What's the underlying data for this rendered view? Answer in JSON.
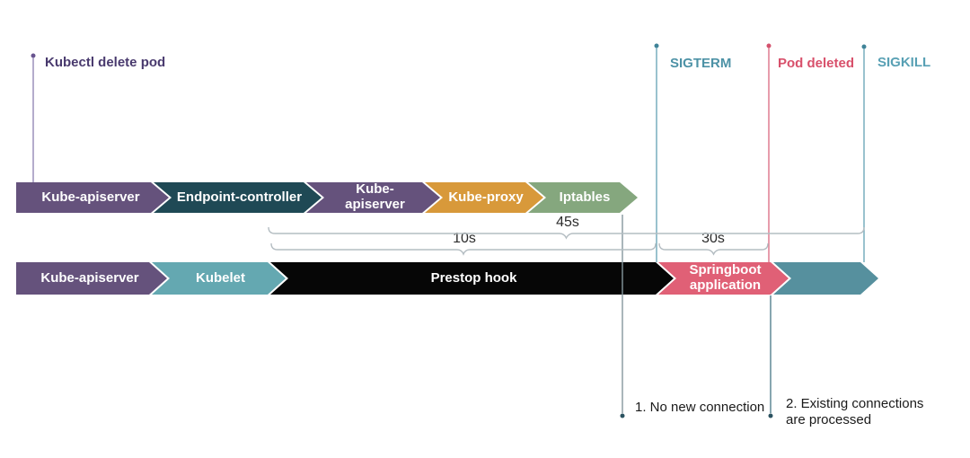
{
  "events": {
    "kubectl": {
      "label": "Kubectl delete pod",
      "color": "#493a6e"
    },
    "sigterm": {
      "label": "SIGTERM",
      "color": "#4d92a6"
    },
    "pod_deleted": {
      "label": "Pod deleted",
      "color": "#d8506b"
    },
    "sigkill": {
      "label": "SIGKILL",
      "color": "#58a0b4"
    }
  },
  "row1": [
    {
      "label": "Kube-apiserver",
      "color": "#65527c"
    },
    {
      "label": "Endpoint-controller",
      "color": "#1f4955"
    },
    {
      "label": "Kube-apiserver",
      "color": "#65527c"
    },
    {
      "label": "Kube-proxy",
      "color": "#d8993a"
    },
    {
      "label": "Iptables",
      "color": "#85a77e"
    }
  ],
  "row2": [
    {
      "label": "Kube-apiserver",
      "color": "#65527c"
    },
    {
      "label": "Kubelet",
      "color": "#64a8b1"
    },
    {
      "label": "Prestop hook",
      "color": "#060606"
    },
    {
      "label": "Springboot application",
      "color": "#e06076"
    },
    {
      "label": "",
      "color": "#56909e"
    }
  ],
  "durations": {
    "total": "45s",
    "prestop": "10s",
    "grace": "30s",
    "text_color": "#2c2c2c"
  },
  "notes": {
    "no_new_connection": "1. No new connection",
    "existing_connections": "2. Existing connections are processed",
    "text_color": "#1a1a1a"
  },
  "colors": {
    "kubectl_line": "#9488b6",
    "kubectl_dot": "#68548f",
    "signal_line": "#6ea8ba",
    "signal_dot": "#3f8398",
    "pod_deleted_line": "#dd7388",
    "pod_deleted_dot": "#d4516d",
    "marker_line_gray": "#85979e",
    "marker_line_slate": "#54808e",
    "marker_dot": "#2b5260",
    "bracket": "#b4bdc2"
  }
}
